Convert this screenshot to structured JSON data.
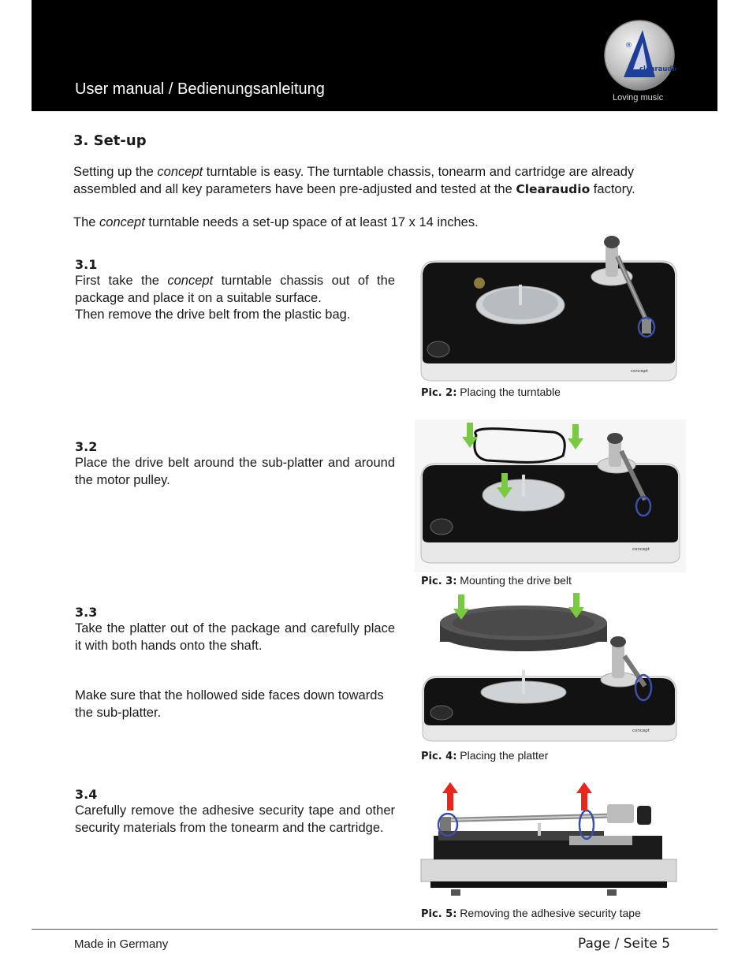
{
  "header": {
    "title": "User manual / Bedienungsanleitung",
    "logo_text": "clearaudio",
    "logo_mark": "®",
    "slogan": "Loving music"
  },
  "section": {
    "heading": "3. Set-up",
    "intro1_a": "Setting up the ",
    "intro1_em": "concept",
    "intro1_b": " turntable is easy. The turntable chassis, tonearm and cartridge are already assembled and all key parameters have been pre-adjusted and tested at the ",
    "intro1_strong": "Clearaudio",
    "intro1_c": " factory.",
    "intro2_a": "The ",
    "intro2_em": "concept",
    "intro2_b": " turntable needs a set-up space of at least 17 x 14 inches."
  },
  "steps": [
    {
      "number": "3.1",
      "text_a": "First take the ",
      "text_em": "concept",
      "text_b": " turntable chassis out of the package and place it on a suitable surface.",
      "text_c": "Then remove the drive belt from the plastic bag.",
      "caption_label": "Pic. 2:",
      "caption_text": " Placing the turntable"
    },
    {
      "number": "3.2",
      "text_a": "Place the drive belt around the sub-platter and around the motor pulley.",
      "caption_label": "Pic. 3:",
      "caption_text": " Mounting the drive belt"
    },
    {
      "number": "3.3",
      "text_a": "Take the platter out of the package and carefully place it with both hands onto the shaft.",
      "text_b": "Make sure that the hollowed side faces down towards the sub-platter.",
      "caption_label": "Pic. 4:",
      "caption_text": " Placing the platter"
    },
    {
      "number": "3.4",
      "text_a": "Carefully remove the adhesive security tape and other security materials from the tonearm and the cartridge.",
      "caption_label": "Pic. 5:",
      "caption_text": " Removing the adhesive security tape"
    }
  ],
  "device_label": "concept",
  "footer": {
    "left": "Made in Germany",
    "right": "Page / Seite 5"
  },
  "colors": {
    "header_bg": "#000000",
    "plinth": "#111111",
    "arrow_green": "#7ac943",
    "arrow_red": "#e8261c",
    "highlight_blue": "#3a4fa8"
  }
}
